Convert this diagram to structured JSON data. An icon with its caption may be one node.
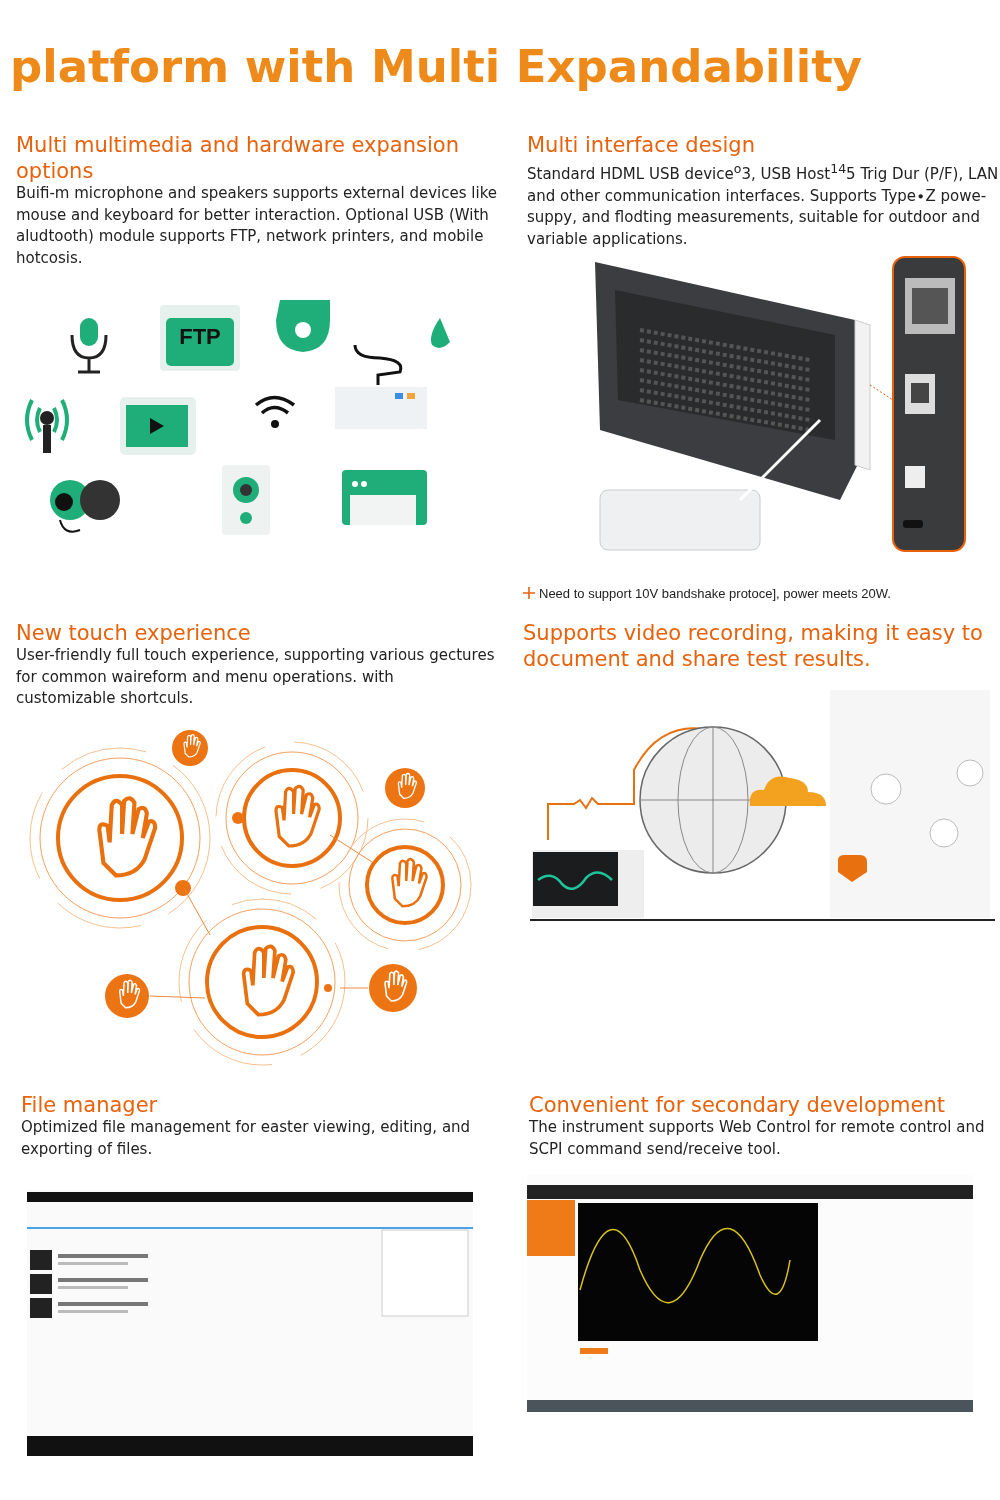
{
  "diagram": {
    "title": "platform with Multi Expandability",
    "labels": [
      "Multi multimedia and hardware expansion options",
      "Buifi-m microphone and speakers supports external devices like mouse and keyboard for better interaction. Optional USB (With aludtooth) module supports FTP, network printers, and mobile hotcosis.",
      "FTP",
      "Multi interface design",
      "Standard HDML USB device$^{o}$3, USB Host$^{14}$5  Trig Dur (P/F), LAN and other communication interfaces. Supports Type∙Z powe- suppy, and flodting measurements, suitable for outdoor and variable applications.",
      "Need to support 10V bandshake protoce], power meets 20W.",
      "New touch experience",
      "User-friendly full touch experience, supporting various gectures for common waireform and menu operations. with customizable shortculs.",
      "Supports video recording, making it easy to document and share test results.",
      "File manager",
      "Optimized file management for easter viewing, editing, and exporting of files.",
      "Convenient for secondary development",
      "The instrument supports Web Control for remote control and SCPI command send/receive tool."
    ]
  }
}
